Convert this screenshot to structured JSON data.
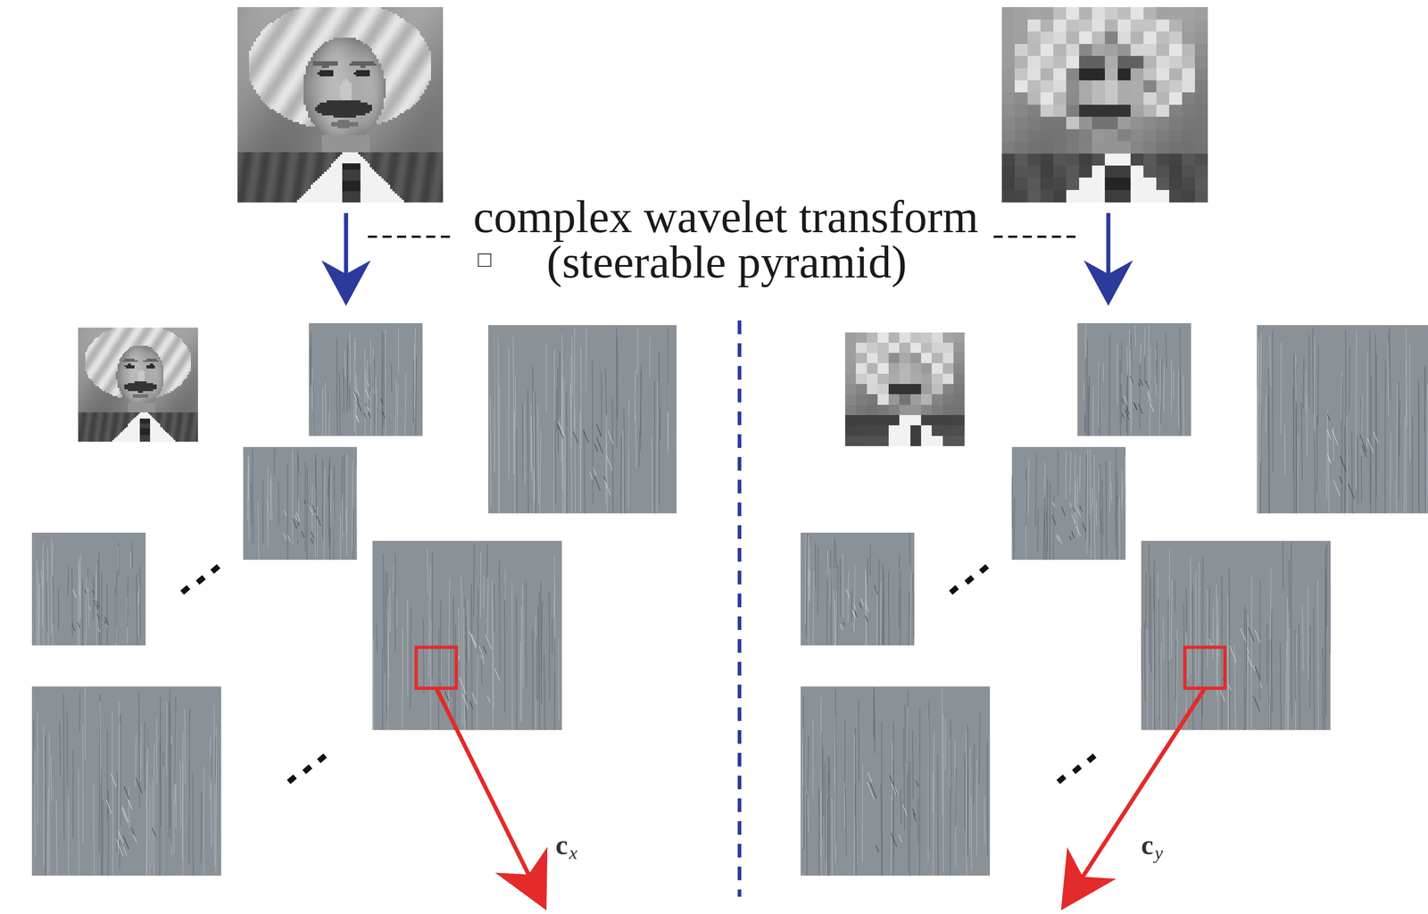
{
  "diagram": {
    "labels": [
      "complex wavelet transform",
      "□",
      "(steerable pyramid)",
      "c",
      "x",
      "c",
      "y"
    ]
  }
}
